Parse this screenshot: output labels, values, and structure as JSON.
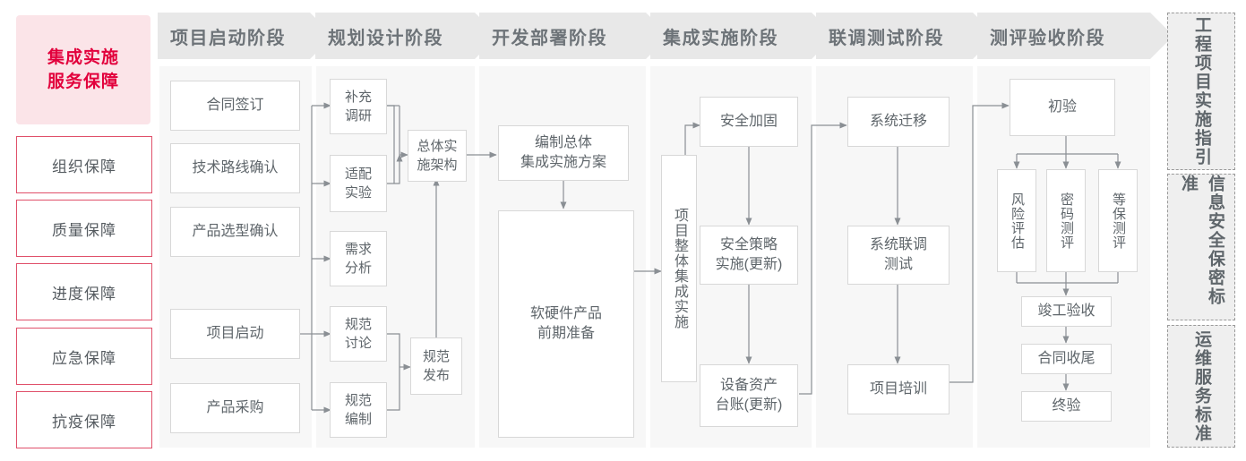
{
  "left_column": {
    "title": "集成实施\n服务保障",
    "title_line1": "集成实施",
    "title_line2": "服务保障",
    "accent_color": "#e2003c",
    "accent_bg": "#fbe4e8",
    "border_color": "#e0506a",
    "items": [
      {
        "label": "组织保障"
      },
      {
        "label": "质量保障"
      },
      {
        "label": "进度保障"
      },
      {
        "label": "应急保障"
      },
      {
        "label": "抗疫保障"
      }
    ]
  },
  "stages": [
    {
      "id": "stage-qidong",
      "header": "项目启动阶段",
      "nodes": [
        {
          "label": "合同签订"
        },
        {
          "label": "技术路线确认"
        },
        {
          "label": "产品选型确认"
        },
        {
          "label": "项目启动"
        },
        {
          "label": "产品采购"
        }
      ]
    },
    {
      "id": "stage-guihua",
      "header": "规划设计阶段",
      "nodes": [
        {
          "label": "补充\n调研",
          "l1": "补充",
          "l2": "调研"
        },
        {
          "label": "适配\n实验",
          "l1": "适配",
          "l2": "实验"
        },
        {
          "label": "需求\n分析",
          "l1": "需求",
          "l2": "分析"
        },
        {
          "label": "规范\n讨论",
          "l1": "规范",
          "l2": "讨论"
        },
        {
          "label": "规范\n编制",
          "l1": "规范",
          "l2": "编制"
        },
        {
          "label": "总体实\n施架构",
          "l1": "总体实",
          "l2": "施架构"
        },
        {
          "label": "规范\n发布",
          "l1": "规范",
          "l2": "发布"
        }
      ]
    },
    {
      "id": "stage-kaifa",
      "header": "开发部署阶段",
      "nodes": [
        {
          "label": "编制总体\n集成实施方案",
          "l1": "编制总体",
          "l2": "集成实施方案"
        },
        {
          "label": "软硬件产品\n前期准备",
          "l1": "软硬件产品",
          "l2": "前期准备"
        }
      ]
    },
    {
      "id": "stage-jicheng",
      "header": "集成实施阶段",
      "nodes": [
        {
          "label": "项目整体集成实施"
        },
        {
          "label": "安全加固"
        },
        {
          "label": "安全策略\n实施(更新)",
          "l1": "安全策略",
          "l2": "实施(更新)"
        },
        {
          "label": "设备资产\n台账(更新)",
          "l1": "设备资产",
          "l2": "台账(更新)"
        }
      ]
    },
    {
      "id": "stage-liandiao",
      "header": "联调测试阶段",
      "nodes": [
        {
          "label": "系统迁移"
        },
        {
          "label": "系统联调\n测试",
          "l1": "系统联调",
          "l2": "测试"
        },
        {
          "label": "项目培训"
        }
      ]
    },
    {
      "id": "stage-ceping",
      "header": "测评验收阶段",
      "nodes": [
        {
          "label": "初验"
        },
        {
          "label": "风险评估"
        },
        {
          "label": "密码测评"
        },
        {
          "label": "等保测评"
        },
        {
          "label": "竣工验收"
        },
        {
          "label": "合同收尾"
        },
        {
          "label": "终验"
        }
      ]
    }
  ],
  "side_standards": [
    {
      "label": "工程项目实施指引"
    },
    {
      "label": "信息安全保密标准"
    },
    {
      "label": "运维服务标准"
    }
  ]
}
